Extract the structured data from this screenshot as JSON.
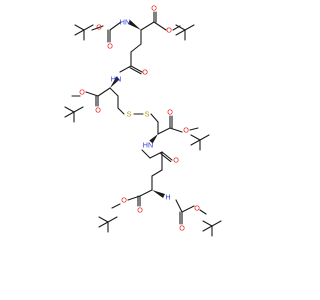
{
  "molecule": {
    "atom_labels": {
      "oxygen": "O",
      "nitrogen_h": "HN",
      "h_nitrogen": "H",
      "sulfur": "S",
      "nitrogen": "N"
    },
    "colors": {
      "bond": "#1a1a1a",
      "oxygen": "#e2231a",
      "nitrogen": "#2f3bd6",
      "sulfur": "#b39a00",
      "background": "#ffffff"
    }
  }
}
